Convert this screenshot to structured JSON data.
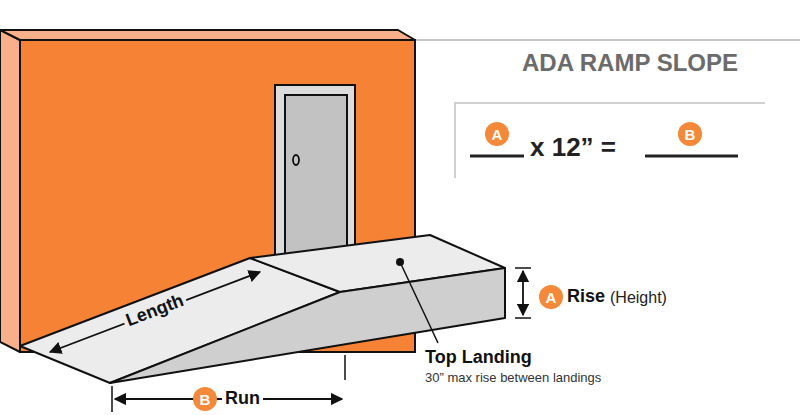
{
  "diagram": {
    "title": "ADA RAMP SLOPE",
    "nodes": [
      {
        "text": [
          "A"
        ]
      },
      {
        "text": [
          "B"
        ]
      },
      {
        "text": [
          "A"
        ]
      },
      {
        "text": [
          "B"
        ]
      }
    ],
    "labels": [
      "x 12” =",
      "Length",
      "Rise",
      "(Height)",
      "Run",
      "Top Landing",
      "30” max rise between landings"
    ]
  }
}
